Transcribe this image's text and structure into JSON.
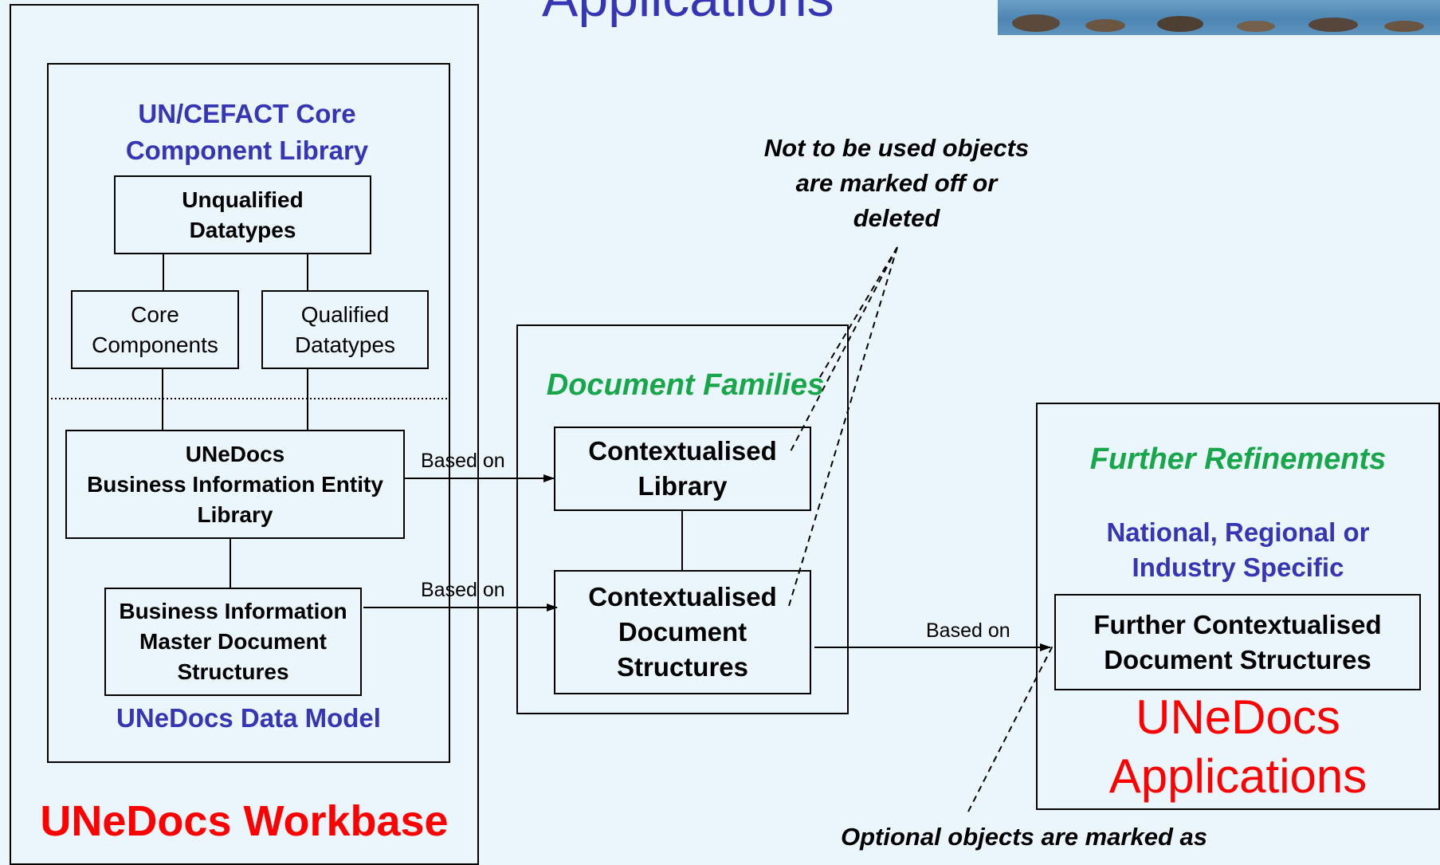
{
  "header": {
    "slide_title": "Applications"
  },
  "workbase": {
    "title": "UNeDocs Workbase",
    "library_title": "UN/CEFACT Core\nComponent Library",
    "unqualified": "Unqualified\nDatatypes",
    "core_components": "Core\nComponents",
    "qualified": "Qualified\nDatatypes",
    "bie_library": "UNeDocs\nBusiness Information Entity\nLibrary",
    "master_docs": "Business Information\nMaster Document\nStructures",
    "data_model": "UNeDocs Data Model"
  },
  "families": {
    "title": "Document Families",
    "ctx_library": "Contextualised\nLibrary",
    "ctx_docs": "Contextualised\nDocument\nStructures"
  },
  "refinements": {
    "title": "Further Refinements",
    "subtitle": "National, Regional or\nIndustry Specific",
    "further_docs": "Further Contextualised\nDocument Structures",
    "apps_title": "UNeDocs\nApplications"
  },
  "arrows": {
    "based_on_1": "Based on",
    "based_on_2": "Based on",
    "based_on_3": "Based on"
  },
  "notes": {
    "not_used": "Not to be used objects\nare marked off or\ndeleted",
    "optional": "Optional objects are marked as"
  },
  "colors": {
    "background": "#eaf6fb",
    "blue_text": "#3535b5",
    "green_text": "#17a64a",
    "red_text": "#ff0000"
  }
}
